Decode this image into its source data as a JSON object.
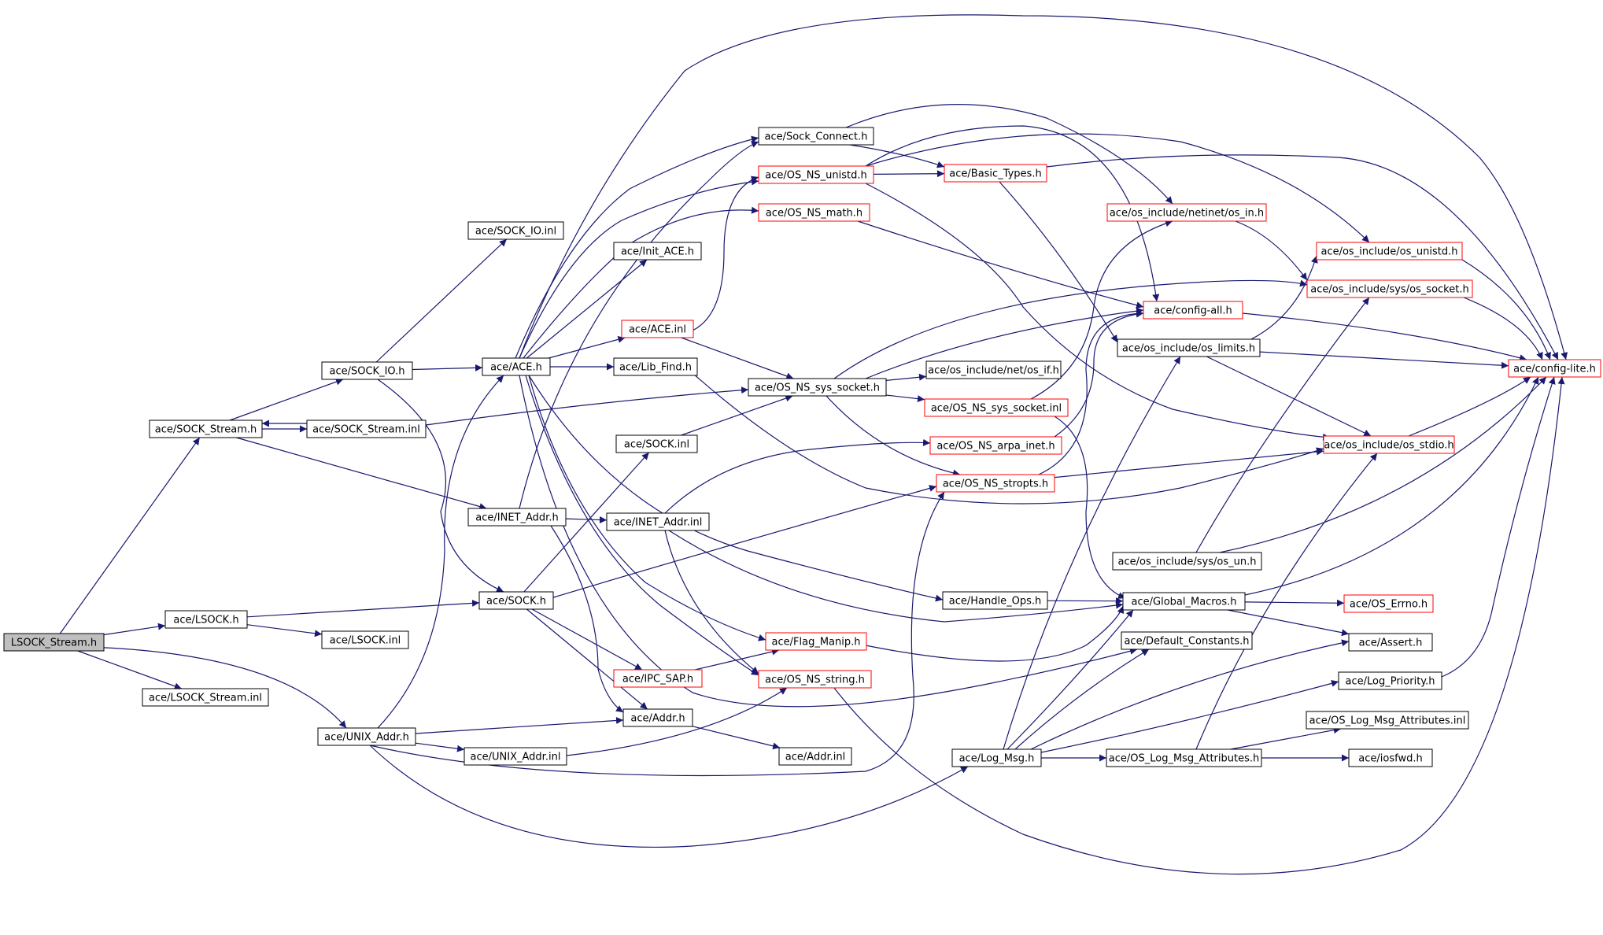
{
  "diagram": {
    "colors": {
      "edge": "#191970",
      "box_black": "#000000",
      "box_red": "#ff0000",
      "root_fill": "#bfbfbf",
      "background": "#ffffff"
    },
    "nodes": [
      {
        "id": "lsock_stream_h",
        "label": "LSOCK_Stream.h",
        "style": "root"
      },
      {
        "id": "sock_stream_h",
        "label": "ace/SOCK_Stream.h",
        "style": "black"
      },
      {
        "id": "lsock_h",
        "label": "ace/LSOCK.h",
        "style": "black"
      },
      {
        "id": "lsock_stream_inl",
        "label": "ace/LSOCK_Stream.inl",
        "style": "black"
      },
      {
        "id": "unix_addr_h",
        "label": "ace/UNIX_Addr.h",
        "style": "black"
      },
      {
        "id": "sock_io_h",
        "label": "ace/SOCK_IO.h",
        "style": "black"
      },
      {
        "id": "sock_stream_inl",
        "label": "ace/SOCK_Stream.inl",
        "style": "black"
      },
      {
        "id": "lsock_inl",
        "label": "ace/LSOCK.inl",
        "style": "black"
      },
      {
        "id": "sock_io_inl",
        "label": "ace/SOCK_IO.inl",
        "style": "black"
      },
      {
        "id": "ace_h",
        "label": "ace/ACE.h",
        "style": "black"
      },
      {
        "id": "inet_addr_h",
        "label": "ace/INET_Addr.h",
        "style": "black"
      },
      {
        "id": "sock_h",
        "label": "ace/SOCK.h",
        "style": "black"
      },
      {
        "id": "unix_addr_inl",
        "label": "ace/UNIX_Addr.inl",
        "style": "black"
      },
      {
        "id": "sock_connect_h",
        "label": "ace/Sock_Connect.h",
        "style": "black"
      },
      {
        "id": "os_ns_unistd_h",
        "label": "ace/OS_NS_unistd.h",
        "style": "red"
      },
      {
        "id": "os_ns_math_h",
        "label": "ace/OS_NS_math.h",
        "style": "red"
      },
      {
        "id": "init_ace_h",
        "label": "ace/Init_ACE.h",
        "style": "black"
      },
      {
        "id": "ace_inl",
        "label": "ace/ACE.inl",
        "style": "red"
      },
      {
        "id": "lib_find_h",
        "label": "ace/Lib_Find.h",
        "style": "black"
      },
      {
        "id": "sock_inl",
        "label": "ace/SOCK.inl",
        "style": "black"
      },
      {
        "id": "inet_addr_inl",
        "label": "ace/INET_Addr.inl",
        "style": "black"
      },
      {
        "id": "ipc_sap_h",
        "label": "ace/IPC_SAP.h",
        "style": "red"
      },
      {
        "id": "addr_h",
        "label": "ace/Addr.h",
        "style": "black"
      },
      {
        "id": "flag_manip_h",
        "label": "ace/Flag_Manip.h",
        "style": "red"
      },
      {
        "id": "os_ns_string_h",
        "label": "ace/OS_NS_string.h",
        "style": "red"
      },
      {
        "id": "addr_inl",
        "label": "ace/Addr.inl",
        "style": "black"
      },
      {
        "id": "os_ns_sys_socket_h",
        "label": "ace/OS_NS_sys_socket.h",
        "style": "black"
      },
      {
        "id": "basic_types_h",
        "label": "ace/Basic_Types.h",
        "style": "red"
      },
      {
        "id": "os_if_h",
        "label": "ace/os_include/net/os_if.h",
        "style": "black"
      },
      {
        "id": "os_ns_sys_socket_inl",
        "label": "ace/OS_NS_sys_socket.inl",
        "style": "red"
      },
      {
        "id": "os_ns_arpa_inet_h",
        "label": "ace/OS_NS_arpa_inet.h",
        "style": "red"
      },
      {
        "id": "os_ns_stropts_h",
        "label": "ace/OS_NS_stropts.h",
        "style": "red"
      },
      {
        "id": "handle_ops_h",
        "label": "ace/Handle_Ops.h",
        "style": "black"
      },
      {
        "id": "log_msg_h",
        "label": "ace/Log_Msg.h",
        "style": "black"
      },
      {
        "id": "os_in_h",
        "label": "ace/os_include/netinet/os_in.h",
        "style": "red"
      },
      {
        "id": "config_all_h",
        "label": "ace/config-all.h",
        "style": "red"
      },
      {
        "id": "os_limits_h",
        "label": "ace/os_include/os_limits.h",
        "style": "black"
      },
      {
        "id": "os_un_h",
        "label": "ace/os_include/sys/os_un.h",
        "style": "black"
      },
      {
        "id": "global_macros_h",
        "label": "ace/Global_Macros.h",
        "style": "black"
      },
      {
        "id": "default_constants_h",
        "label": "ace/Default_Constants.h",
        "style": "black"
      },
      {
        "id": "os_log_msg_attributes_h",
        "label": "ace/OS_Log_Msg_Attributes.h",
        "style": "black"
      },
      {
        "id": "os_unistd_h",
        "label": "ace/os_include/os_unistd.h",
        "style": "red"
      },
      {
        "id": "os_socket_h",
        "label": "ace/os_include/sys/os_socket.h",
        "style": "red"
      },
      {
        "id": "os_stdio_h",
        "label": "ace/os_include/os_stdio.h",
        "style": "red"
      },
      {
        "id": "os_errno_h",
        "label": "ace/OS_Errno.h",
        "style": "red"
      },
      {
        "id": "assert_h",
        "label": "ace/Assert.h",
        "style": "black"
      },
      {
        "id": "log_priority_h",
        "label": "ace/Log_Priority.h",
        "style": "black"
      },
      {
        "id": "os_log_msg_attributes_inl",
        "label": "ace/OS_Log_Msg_Attributes.inl",
        "style": "black"
      },
      {
        "id": "iosfwd_h",
        "label": "ace/iosfwd.h",
        "style": "black"
      },
      {
        "id": "config_lite_h",
        "label": "ace/config-lite.h",
        "style": "red"
      }
    ]
  }
}
